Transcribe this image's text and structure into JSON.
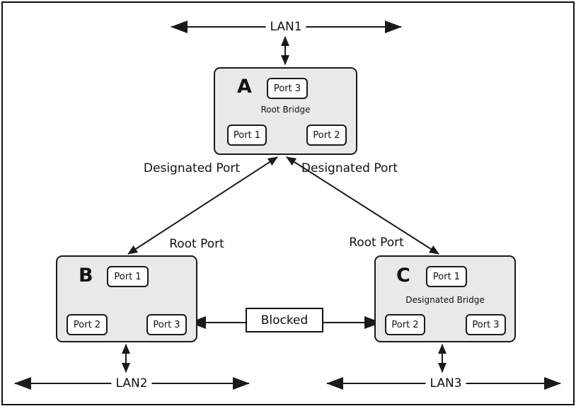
{
  "colors": {
    "bridge_fill": "#e9e9e9",
    "box_fill": "#ffffff",
    "stroke": "#1a1a1a",
    "background": "#ffffff"
  },
  "lans": [
    {
      "label": "LAN1"
    },
    {
      "label": "LAN2"
    },
    {
      "label": "LAN3"
    }
  ],
  "bridges": [
    {
      "letter": "A",
      "role": "Root Bridge",
      "ports": {
        "top": "Port 3",
        "bottom_left": "Port 1",
        "bottom_right": "Port 2"
      }
    },
    {
      "letter": "B",
      "role": "",
      "ports": {
        "top": "Port 1",
        "bottom_left": "Port 2",
        "bottom_right": "Port 3"
      }
    },
    {
      "letter": "C",
      "role": "Designated Bridge",
      "ports": {
        "top": "Port 1",
        "bottom_left": "Port 2",
        "bottom_right": "Port 3"
      }
    }
  ],
  "edge_labels": {
    "designated_port_left": "Designated Port",
    "designated_port_right": "Designated Port",
    "root_port_left": "Root Port",
    "root_port_right": "Root Port"
  },
  "blocked_label": "Blocked"
}
